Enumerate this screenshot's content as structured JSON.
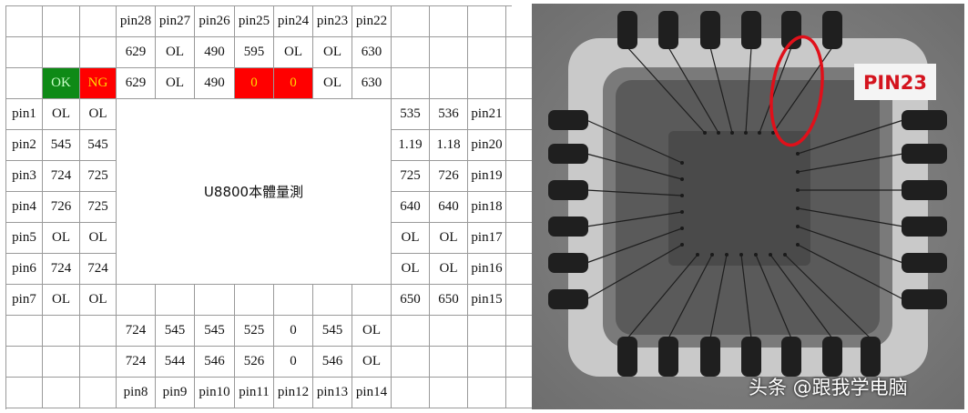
{
  "table": {
    "top_pins": [
      "pin28",
      "pin27",
      "pin26",
      "pin25",
      "pin24",
      "pin23",
      "pin22"
    ],
    "top_row1": [
      "629",
      "OL",
      "490",
      "595",
      "OL",
      "OL",
      "630"
    ],
    "top_row2_labels": [
      "OK",
      "NG"
    ],
    "top_row2": [
      "629",
      "OL",
      "490",
      "0",
      "0",
      "OL",
      "630"
    ],
    "top_row2_highlight": [
      false,
      false,
      false,
      true,
      true,
      false,
      false
    ],
    "left_rows": [
      {
        "pin": "pin1",
        "v1": "OL",
        "v2": "OL"
      },
      {
        "pin": "pin2",
        "v1": "545",
        "v2": "545"
      },
      {
        "pin": "pin3",
        "v1": "724",
        "v2": "725"
      },
      {
        "pin": "pin4",
        "v1": "726",
        "v2": "725"
      },
      {
        "pin": "pin5",
        "v1": "OL",
        "v2": "OL"
      },
      {
        "pin": "pin6",
        "v1": "724",
        "v2": "724"
      },
      {
        "pin": "pin7",
        "v1": "OL",
        "v2": "OL"
      }
    ],
    "right_rows": [
      {
        "v1": "535",
        "v2": "536",
        "pin": "pin21"
      },
      {
        "v1": "1.19",
        "v2": "1.18",
        "pin": "pin20"
      },
      {
        "v1": "725",
        "v2": "726",
        "pin": "pin19"
      },
      {
        "v1": "640",
        "v2": "640",
        "pin": "pin18"
      },
      {
        "v1": "OL",
        "v2": "OL",
        "pin": "pin17"
      },
      {
        "v1": "OL",
        "v2": "OL",
        "pin": "pin16"
      },
      {
        "v1": "650",
        "v2": "650",
        "pin": "pin15"
      }
    ],
    "center_label": "U8800本體量測",
    "bottom_row1": [
      "724",
      "545",
      "545",
      "525",
      "0",
      "545",
      "OL"
    ],
    "bottom_row2": [
      "724",
      "544",
      "546",
      "526",
      "0",
      "546",
      "OL"
    ],
    "bottom_pins": [
      "pin8",
      "pin9",
      "pin10",
      "pin11",
      "pin12",
      "pin13",
      "pin14"
    ]
  },
  "xray": {
    "callout": "PIN23",
    "watermark": "头条 @跟我学电脑",
    "colors": {
      "highlight_ring": "#e0101a",
      "callout_text": "#d4141e"
    }
  },
  "colors": {
    "ok": "#0e8a16",
    "ng": "#ff0000"
  }
}
